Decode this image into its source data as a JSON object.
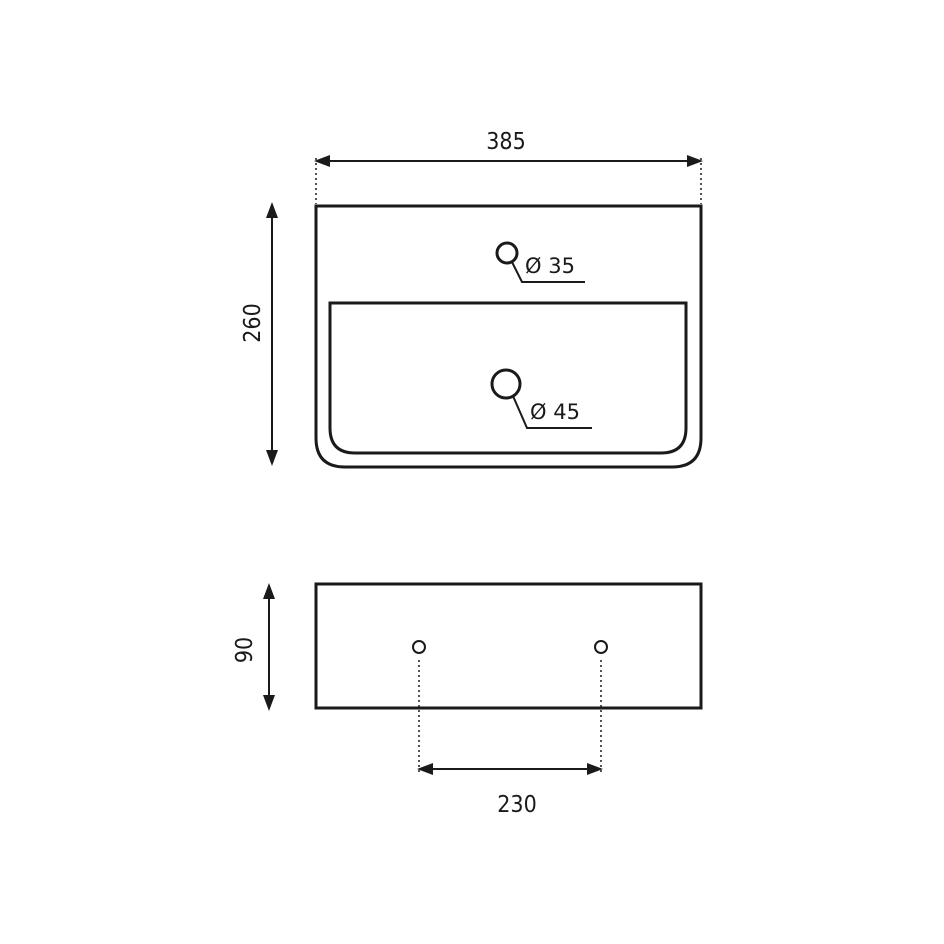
{
  "top_view": {
    "width_label": "385",
    "height_label": "260",
    "tap_hole_label": "Ø 35",
    "drain_hole_label": "Ø 45"
  },
  "front_view": {
    "height_label": "90",
    "mounting_spacing_label": "230"
  }
}
